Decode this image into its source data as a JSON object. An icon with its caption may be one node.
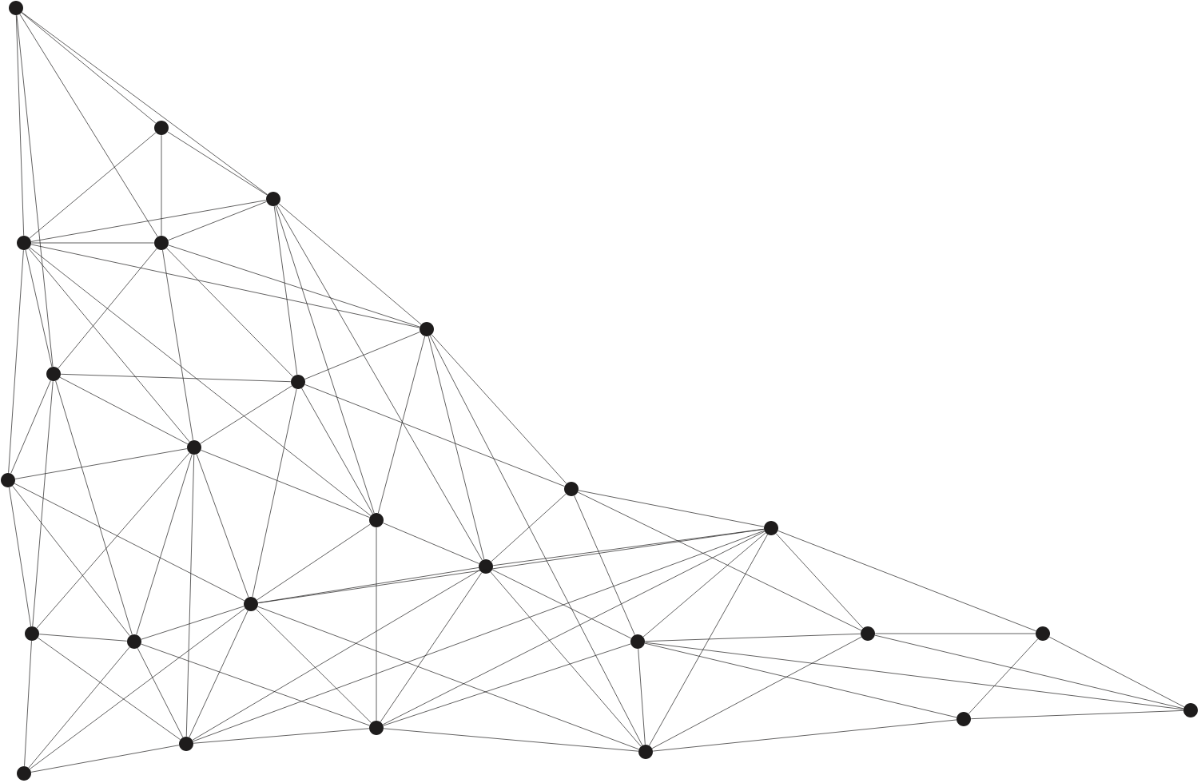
{
  "diagram": {
    "nodes": [
      {
        "text": [],
        "shape": "circle"
      },
      {
        "text": [],
        "shape": "circle"
      },
      {
        "text": [],
        "shape": "circle"
      },
      {
        "text": [],
        "shape": "circle"
      },
      {
        "text": [],
        "shape": "circle"
      },
      {
        "text": [],
        "shape": "circle"
      },
      {
        "text": [],
        "shape": "circle"
      },
      {
        "text": [],
        "shape": "circle"
      },
      {
        "text": [],
        "shape": "circle"
      },
      {
        "text": [],
        "shape": "circle"
      },
      {
        "text": [],
        "shape": "circle"
      },
      {
        "text": [],
        "shape": "circle"
      },
      {
        "text": [],
        "shape": "circle"
      },
      {
        "text": [],
        "shape": "circle"
      },
      {
        "text": [],
        "shape": "circle"
      },
      {
        "text": [],
        "shape": "circle"
      },
      {
        "text": [],
        "shape": "circle"
      },
      {
        "text": [],
        "shape": "circle"
      },
      {
        "text": [],
        "shape": "circle"
      },
      {
        "text": [],
        "shape": "circle"
      },
      {
        "text": [],
        "shape": "circle"
      },
      {
        "text": [],
        "shape": "circle"
      },
      {
        "text": [],
        "shape": "circle"
      },
      {
        "text": [],
        "shape": "circle"
      },
      {
        "text": [],
        "shape": "circle"
      },
      {
        "text": [],
        "shape": "circle"
      }
    ],
    "edges": [
      {
        "from": 0,
        "to": 1,
        "arrow": "none"
      },
      {
        "from": 0,
        "to": 2,
        "arrow": "none"
      },
      {
        "from": 0,
        "to": 3,
        "arrow": "none"
      },
      {
        "from": 0,
        "to": 4,
        "arrow": "none"
      },
      {
        "from": 0,
        "to": 6,
        "arrow": "none"
      },
      {
        "from": 1,
        "to": 2,
        "arrow": "none"
      },
      {
        "from": 1,
        "to": 3,
        "arrow": "none"
      },
      {
        "from": 1,
        "to": 4,
        "arrow": "none"
      },
      {
        "from": 2,
        "to": 3,
        "arrow": "none"
      },
      {
        "from": 2,
        "to": 4,
        "arrow": "none"
      },
      {
        "from": 2,
        "to": 5,
        "arrow": "none"
      },
      {
        "from": 2,
        "to": 7,
        "arrow": "none"
      },
      {
        "from": 2,
        "to": 11,
        "arrow": "none"
      },
      {
        "from": 2,
        "to": 13,
        "arrow": "none"
      },
      {
        "from": 3,
        "to": 4,
        "arrow": "none"
      },
      {
        "from": 3,
        "to": 5,
        "arrow": "none"
      },
      {
        "from": 3,
        "to": 6,
        "arrow": "none"
      },
      {
        "from": 3,
        "to": 8,
        "arrow": "none"
      },
      {
        "from": 3,
        "to": 9,
        "arrow": "none"
      },
      {
        "from": 3,
        "to": 11,
        "arrow": "none"
      },
      {
        "from": 4,
        "to": 5,
        "arrow": "none"
      },
      {
        "from": 4,
        "to": 6,
        "arrow": "none"
      },
      {
        "from": 4,
        "to": 7,
        "arrow": "none"
      },
      {
        "from": 4,
        "to": 8,
        "arrow": "none"
      },
      {
        "from": 5,
        "to": 7,
        "arrow": "none"
      },
      {
        "from": 5,
        "to": 10,
        "arrow": "none"
      },
      {
        "from": 5,
        "to": 11,
        "arrow": "none"
      },
      {
        "from": 5,
        "to": 13,
        "arrow": "none"
      },
      {
        "from": 5,
        "to": 24,
        "arrow": "none"
      },
      {
        "from": 6,
        "to": 7,
        "arrow": "none"
      },
      {
        "from": 6,
        "to": 8,
        "arrow": "none"
      },
      {
        "from": 6,
        "to": 9,
        "arrow": "none"
      },
      {
        "from": 6,
        "to": 15,
        "arrow": "none"
      },
      {
        "from": 6,
        "to": 16,
        "arrow": "none"
      },
      {
        "from": 7,
        "to": 8,
        "arrow": "none"
      },
      {
        "from": 7,
        "to": 10,
        "arrow": "none"
      },
      {
        "from": 7,
        "to": 11,
        "arrow": "none"
      },
      {
        "from": 7,
        "to": 14,
        "arrow": "none"
      },
      {
        "from": 8,
        "to": 9,
        "arrow": "none"
      },
      {
        "from": 8,
        "to": 11,
        "arrow": "none"
      },
      {
        "from": 8,
        "to": 14,
        "arrow": "none"
      },
      {
        "from": 8,
        "to": 15,
        "arrow": "none"
      },
      {
        "from": 8,
        "to": 16,
        "arrow": "none"
      },
      {
        "from": 8,
        "to": 23,
        "arrow": "none"
      },
      {
        "from": 9,
        "to": 14,
        "arrow": "none"
      },
      {
        "from": 9,
        "to": 15,
        "arrow": "none"
      },
      {
        "from": 9,
        "to": 16,
        "arrow": "none"
      },
      {
        "from": 10,
        "to": 12,
        "arrow": "none"
      },
      {
        "from": 10,
        "to": 13,
        "arrow": "none"
      },
      {
        "from": 10,
        "to": 17,
        "arrow": "none"
      },
      {
        "from": 10,
        "to": 18,
        "arrow": "none"
      },
      {
        "from": 11,
        "to": 13,
        "arrow": "none"
      },
      {
        "from": 11,
        "to": 14,
        "arrow": "none"
      },
      {
        "from": 11,
        "to": 22,
        "arrow": "none"
      },
      {
        "from": 12,
        "to": 13,
        "arrow": "none"
      },
      {
        "from": 12,
        "to": 14,
        "arrow": "none"
      },
      {
        "from": 12,
        "to": 17,
        "arrow": "none"
      },
      {
        "from": 12,
        "to": 18,
        "arrow": "none"
      },
      {
        "from": 12,
        "to": 19,
        "arrow": "none"
      },
      {
        "from": 12,
        "to": 22,
        "arrow": "none"
      },
      {
        "from": 12,
        "to": 23,
        "arrow": "none"
      },
      {
        "from": 12,
        "to": 24,
        "arrow": "none"
      },
      {
        "from": 13,
        "to": 14,
        "arrow": "none"
      },
      {
        "from": 13,
        "to": 17,
        "arrow": "none"
      },
      {
        "from": 13,
        "to": 22,
        "arrow": "none"
      },
      {
        "from": 13,
        "to": 23,
        "arrow": "none"
      },
      {
        "from": 13,
        "to": 24,
        "arrow": "none"
      },
      {
        "from": 14,
        "to": 16,
        "arrow": "none"
      },
      {
        "from": 14,
        "to": 22,
        "arrow": "none"
      },
      {
        "from": 14,
        "to": 23,
        "arrow": "none"
      },
      {
        "from": 14,
        "to": 24,
        "arrow": "none"
      },
      {
        "from": 14,
        "to": 25,
        "arrow": "none"
      },
      {
        "from": 15,
        "to": 16,
        "arrow": "none"
      },
      {
        "from": 15,
        "to": 23,
        "arrow": "none"
      },
      {
        "from": 15,
        "to": 25,
        "arrow": "none"
      },
      {
        "from": 16,
        "to": 22,
        "arrow": "none"
      },
      {
        "from": 16,
        "to": 23,
        "arrow": "none"
      },
      {
        "from": 16,
        "to": 25,
        "arrow": "none"
      },
      {
        "from": 17,
        "to": 18,
        "arrow": "none"
      },
      {
        "from": 17,
        "to": 20,
        "arrow": "none"
      },
      {
        "from": 17,
        "to": 21,
        "arrow": "none"
      },
      {
        "from": 17,
        "to": 22,
        "arrow": "none"
      },
      {
        "from": 17,
        "to": 24,
        "arrow": "none"
      },
      {
        "from": 18,
        "to": 19,
        "arrow": "none"
      },
      {
        "from": 18,
        "to": 20,
        "arrow": "none"
      },
      {
        "from": 18,
        "to": 24,
        "arrow": "none"
      },
      {
        "from": 19,
        "to": 20,
        "arrow": "none"
      },
      {
        "from": 19,
        "to": 21,
        "arrow": "none"
      },
      {
        "from": 20,
        "to": 21,
        "arrow": "none"
      },
      {
        "from": 21,
        "to": 24,
        "arrow": "none"
      },
      {
        "from": 22,
        "to": 23,
        "arrow": "none"
      },
      {
        "from": 22,
        "to": 24,
        "arrow": "none"
      },
      {
        "from": 23,
        "to": 25,
        "arrow": "none"
      }
    ]
  }
}
